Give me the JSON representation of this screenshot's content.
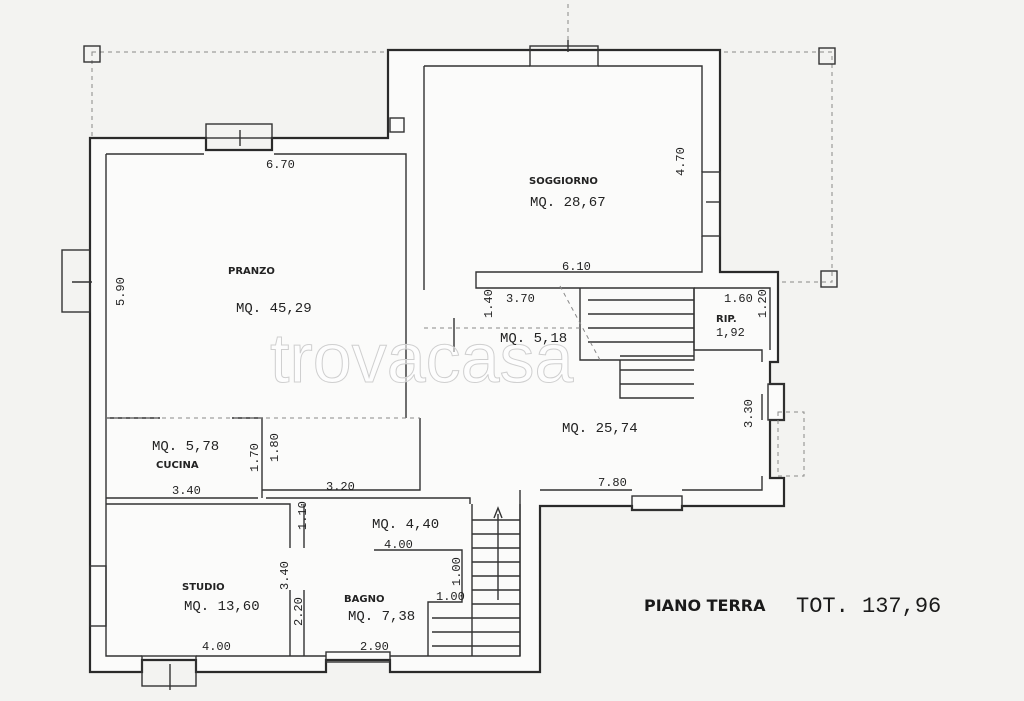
{
  "plan": {
    "title": "PIANO TERRA",
    "total": "TOT. 137,96",
    "watermark": "trovacasa"
  },
  "rooms": {
    "soggiorno": {
      "name": "SOGGIORNO",
      "area": "MQ. 28,67"
    },
    "pranzo": {
      "name": "PRANZO",
      "area": "MQ. 45,29"
    },
    "disimpegno": {
      "area": "MQ. 5,18"
    },
    "rip": {
      "name": "RIP.",
      "area": "1,92"
    },
    "ingresso": {
      "area": "MQ. 25,74"
    },
    "cucina": {
      "name": "CUCINA",
      "area": "MQ. 5,78"
    },
    "studio": {
      "name": "STUDIO",
      "area": "MQ. 13,60"
    },
    "bagno": {
      "name": "BAGNO",
      "area": "MQ. 7,38"
    },
    "antibagno": {
      "area": "MQ. 4,40"
    }
  },
  "dims": {
    "d670": "6.70",
    "d470": "4.70",
    "d590": "5.90",
    "d610": "6.10",
    "d370": "3.70",
    "d140": "1.40",
    "d160": "1.60",
    "d120": "1.20",
    "d330": "3.30",
    "d170": "1.70",
    "d180": "1.80",
    "d340a": "3.40",
    "d320": "3.20",
    "d780": "7.80",
    "d110": "1.10",
    "d400a": "4.00",
    "d340b": "3.40",
    "d220": "2.20",
    "d100a": "1.00",
    "d100b": "1.00",
    "d400b": "4.00",
    "d290": "2.90"
  }
}
